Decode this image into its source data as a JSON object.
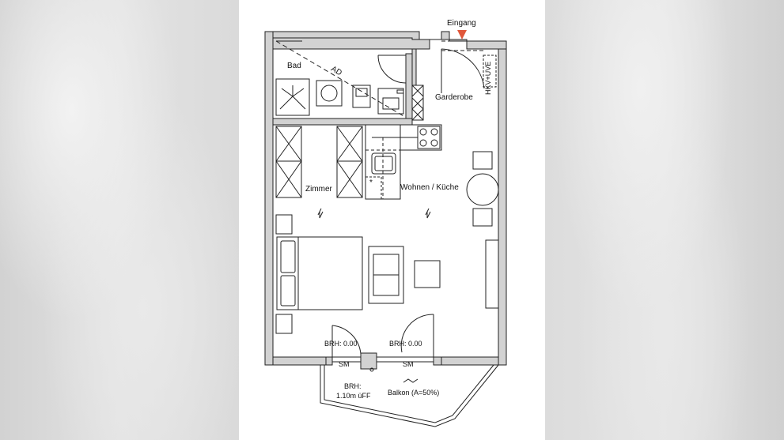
{
  "labels": {
    "entrance": "Eingang",
    "bathroom": "Bad",
    "duct": "AD",
    "wardrobe": "Garderobe",
    "meter": "HKV+UVE",
    "room": "Zimmer",
    "living_kitchen": "Wohnen / Küche",
    "parapet_left": "BRH: 0.00",
    "parapet_right": "BRH: 0.00",
    "sm_left": "SM",
    "sm_right": "SM",
    "balcony_parapet_line1": "BRH:",
    "balcony_parapet_line2": "1.10m üFF",
    "balcony": "Balkon (A=50%)",
    "asterisk": "*"
  },
  "colors": {
    "wall_fill": "#d2d2d2",
    "line": "#222222",
    "entrance_marker": "#e0583c",
    "background": "#ffffff"
  }
}
